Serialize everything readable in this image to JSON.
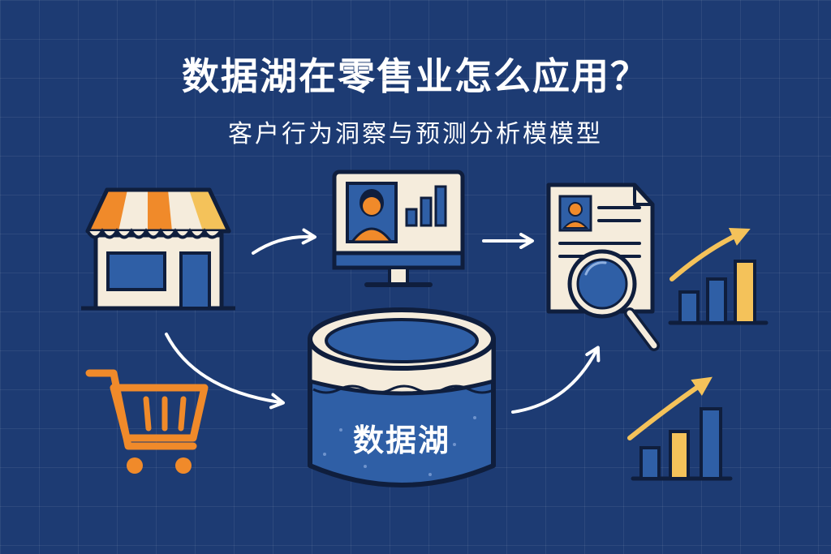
{
  "title": "数据湖在零售业怎么应用？",
  "subtitle": "客户行为洞察与预测分析模模型",
  "lake_label": "数据湖",
  "colors": {
    "background": "#1d3b73",
    "outline": "#0f1e3d",
    "orange": "#f08a2a",
    "yellow": "#f4c25a",
    "cream": "#f5ecdc",
    "blue_fill": "#2f5fa6",
    "white": "#ffffff"
  },
  "icons": [
    "store-icon",
    "shopping-cart-icon",
    "monitor-profile-icon",
    "report-magnifier-icon",
    "bar-chart-up-icon"
  ]
}
